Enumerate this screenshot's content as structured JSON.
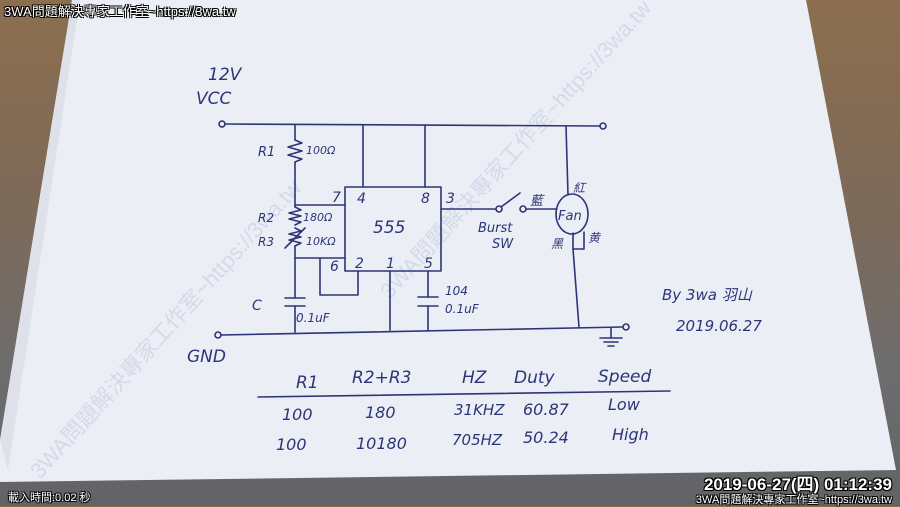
{
  "overlay": {
    "watermark_top": "3WA問題解決專家工作室~https://3wa.tw",
    "timestamp": "2019-06-27(四) 01:12:39",
    "watermark_bottom": "3WA問題解決專家工作室~https://3wa.tw",
    "load_time": "載入時間:0.02 秒",
    "diagonal_watermark": "3WA問題解決專家工作室~https://3wa.tw"
  },
  "schematic": {
    "supply_voltage": "12V",
    "vcc_label": "VCC",
    "gnd_label": "GND",
    "r1_label": "R1",
    "r1_value": "100Ω",
    "r2_label": "R2",
    "r2_value": "180Ω",
    "r3_label": "R3",
    "r3_value": "10KΩ",
    "c_label": "C",
    "c_value": "0.1uF",
    "c2_code": "104",
    "c2_value": "0.1uF",
    "ic_label": "555",
    "pins": {
      "p1": "1",
      "p2": "2",
      "p3": "3",
      "p4": "4",
      "p5": "5",
      "p6": "6",
      "p7": "7",
      "p8": "8"
    },
    "switch_label_1": "Burst",
    "switch_label_2": "SW",
    "fan_label": "Fan",
    "wire_red": "紅",
    "wire_blue": "藍",
    "wire_black": "黑",
    "wire_yellow": "黄",
    "author": "By 3wa 羽山",
    "date": "2019.06.27"
  },
  "table": {
    "headers": [
      "R1",
      "R2+R3",
      "HZ",
      "Duty",
      "Speed"
    ],
    "rows": [
      [
        "100",
        "180",
        "31KHZ",
        "60.87",
        "Low"
      ],
      [
        "100",
        "10180",
        "705HZ",
        "50.24",
        "High"
      ]
    ]
  }
}
